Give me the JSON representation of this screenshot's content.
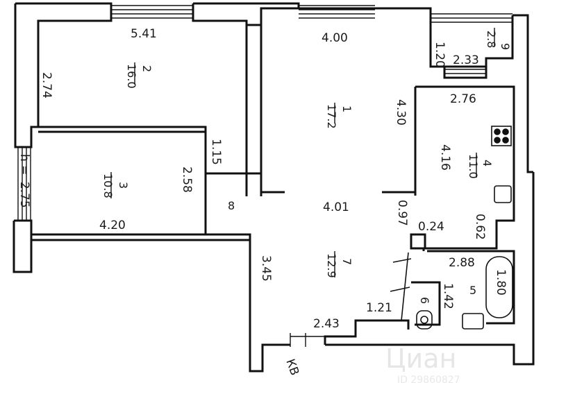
{
  "plan": {
    "rooms": [
      {
        "number": "2",
        "area": "16.0"
      },
      {
        "number": "1",
        "area": "17.2"
      },
      {
        "number": "3",
        "area": "10.8"
      },
      {
        "number": "4",
        "area": "11.0"
      },
      {
        "number": "7",
        "area": "12.9"
      },
      {
        "number": "5",
        "area": ""
      },
      {
        "number": "6",
        "area": ""
      },
      {
        "number": "8",
        "area": ""
      },
      {
        "number": "9",
        "area": "2.8"
      }
    ],
    "dimensions": {
      "r2_width": "5.41",
      "r2_height": "2.74",
      "r1_width": "4.00",
      "r1_height": "4.30",
      "balcony_height": "1.20",
      "balcony_width": "2.33",
      "kitchen_top": "2.76",
      "kitchen_height": "4.16",
      "kitchen_small": "0.62",
      "door_small_a": "0.24",
      "door_small_b": "0.97",
      "hall_width": "4.01",
      "hall_height": "3.45",
      "bottom_width": "2.43",
      "bottom_small": "1.21",
      "r3_width": "4.20",
      "r3_height": "2.75",
      "r3_prefix": "h =",
      "closet_height": "2.58",
      "closet_width": "1.15",
      "bath_width": "2.88",
      "bath_height": "1.42",
      "tub_length": "1.80"
    },
    "entrance_label": "КВ"
  },
  "watermark": {
    "brand": "Циан",
    "id_text": "ID 29860827"
  }
}
